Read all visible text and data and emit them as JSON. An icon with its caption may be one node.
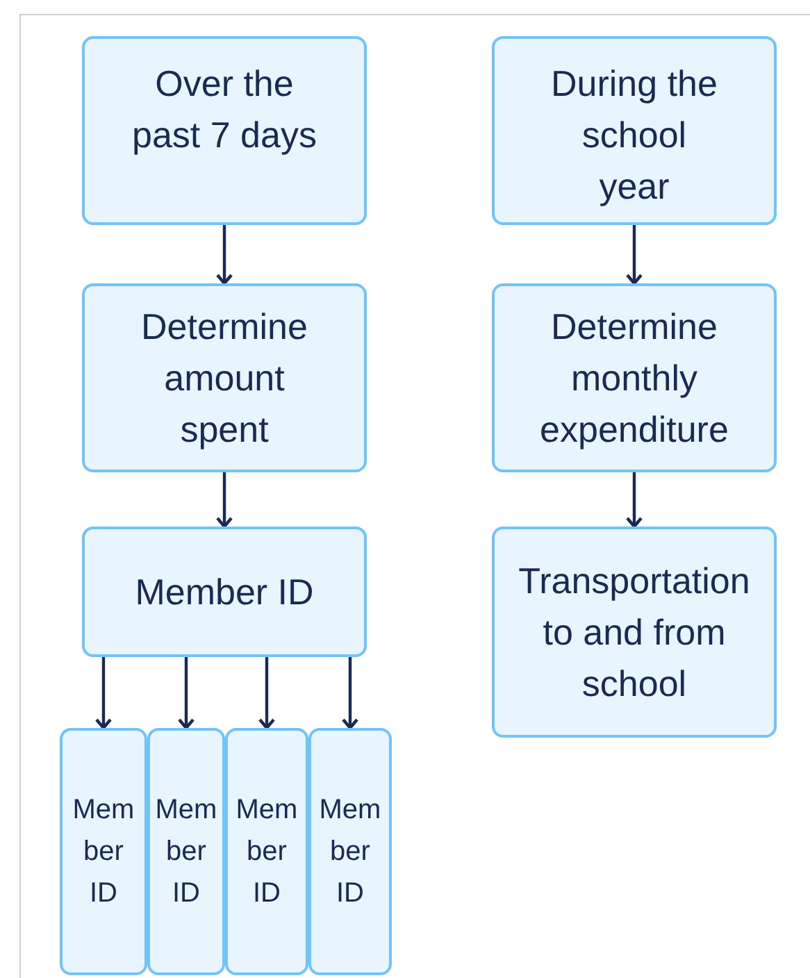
{
  "diagram": {
    "nodes": [
      {
        "text": [
          "Over the past 7 days"
        ]
      },
      {
        "text": [
          "During the school year"
        ]
      },
      {
        "text": [
          "Determine amount spent"
        ]
      },
      {
        "text": [
          "Determine monthly expenditure"
        ]
      },
      {
        "text": [
          "Member ID"
        ]
      },
      {
        "text": [
          "Transportation to and from school"
        ]
      },
      {
        "text": [
          "Member ID"
        ]
      },
      {
        "text": [
          "Member ID"
        ]
      },
      {
        "text": [
          "Member ID"
        ]
      },
      {
        "text": [
          "Member ID"
        ]
      }
    ],
    "edges": [
      {
        "from": 0,
        "to": 2,
        "arrow": "to"
      },
      {
        "from": 2,
        "to": 4,
        "arrow": "to"
      },
      {
        "from": 4,
        "to": 6,
        "arrow": "to"
      },
      {
        "from": 4,
        "to": 7,
        "arrow": "to"
      },
      {
        "from": 4,
        "to": 8,
        "arrow": "to"
      },
      {
        "from": 4,
        "to": 9,
        "arrow": "to"
      },
      {
        "from": 1,
        "to": 3,
        "arrow": "to"
      },
      {
        "from": 3,
        "to": 5,
        "arrow": "to"
      }
    ]
  }
}
